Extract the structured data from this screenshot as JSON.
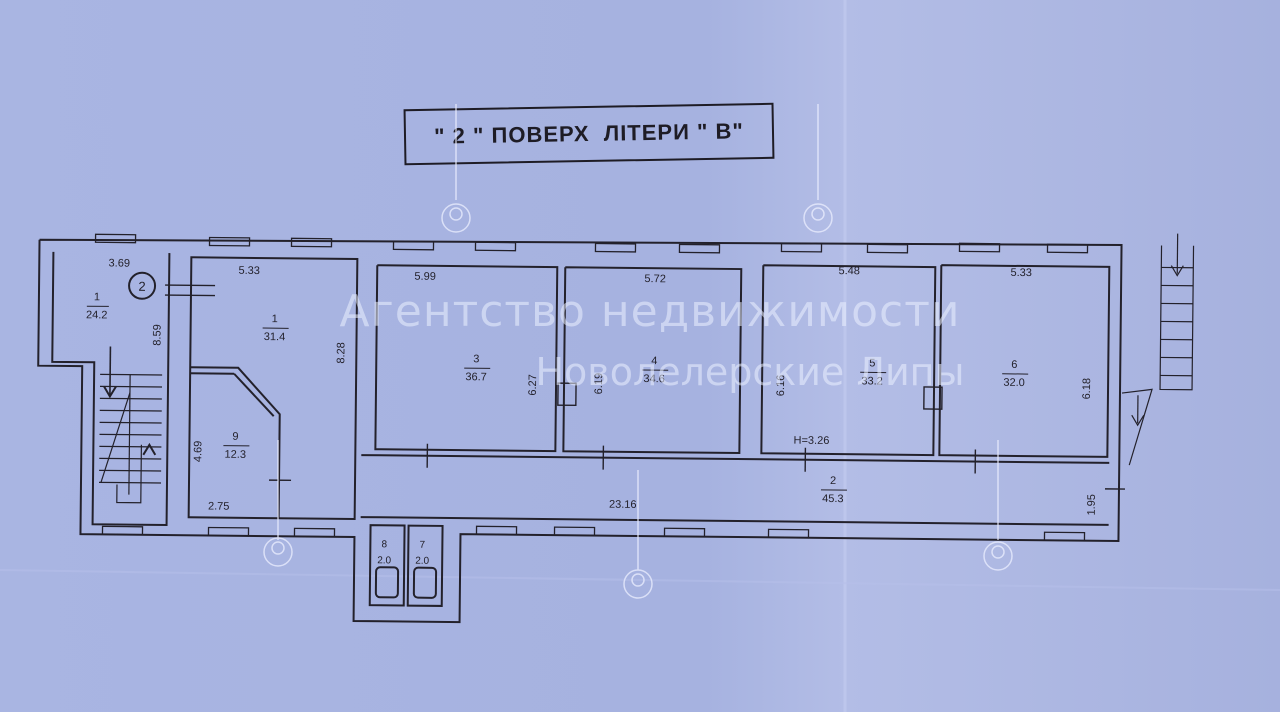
{
  "title": "\" 2 \" ПОВЕРХ  ЛІТЕРИ \" В\"",
  "watermark": {
    "line1": "Агентство недвижимости",
    "line2": "Новолелерские Липы"
  },
  "dimensions": {
    "stair_top": "3.69",
    "stair_side": "8.59",
    "r1_top": "5.33",
    "r1_side": "8.28",
    "r9_side": "4.69",
    "r9_bottom": "2.75",
    "r3_top": "5.99",
    "r3_side": "6.27",
    "r4_top": "5.72",
    "r4_side": "6.19",
    "r5_top": "5.48",
    "r5_side": "6.16",
    "r6_top": "5.33",
    "r6_side": "6.18",
    "corridor_length": "23.16",
    "corridor_width": "1.95",
    "height": "Н=3.26"
  },
  "rooms": [
    {
      "num": "1",
      "area": "24.2"
    },
    {
      "num": "1",
      "area": "31.4"
    },
    {
      "num": "9",
      "area": "12.3"
    },
    {
      "num": "3",
      "area": "36.7"
    },
    {
      "num": "4",
      "area": "34.6"
    },
    {
      "num": "5",
      "area": "33.2"
    },
    {
      "num": "6",
      "area": "32.0"
    },
    {
      "num": "2",
      "area": "45.3"
    },
    {
      "num": "8",
      "area": "2.0"
    },
    {
      "num": "7",
      "area": "2.0"
    }
  ],
  "marker": "2",
  "colors": {
    "ink": "#23212b",
    "paper": "#a8b4e1",
    "watermark": "#eef1ff"
  }
}
